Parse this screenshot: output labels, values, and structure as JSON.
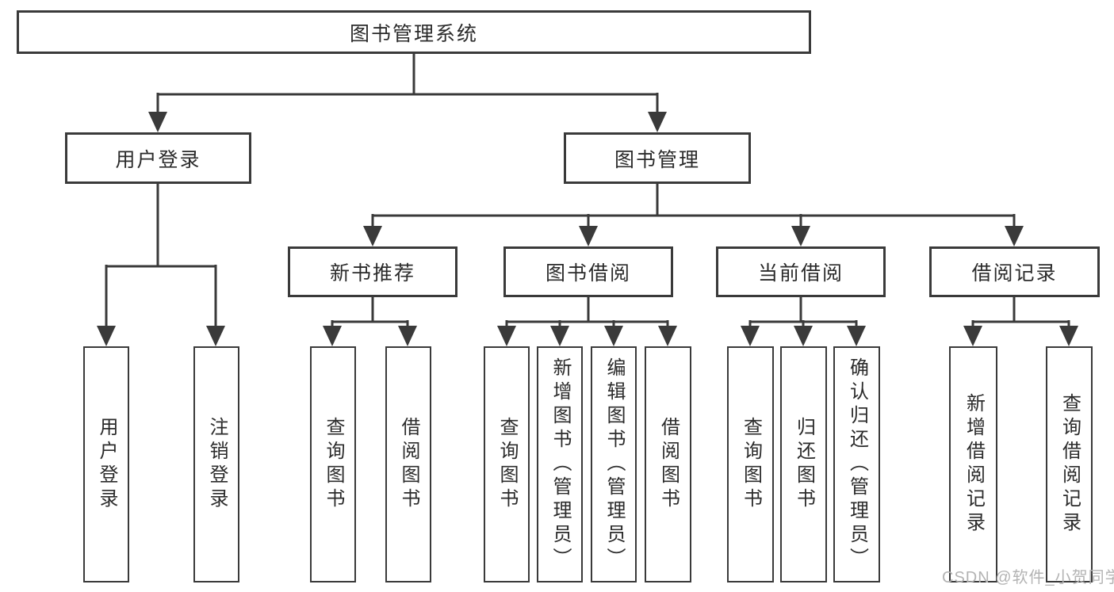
{
  "tree": {
    "root": "图书管理系统",
    "branches": [
      {
        "label": "用户登录",
        "children": [
          "用户登录",
          "注销登录"
        ]
      },
      {
        "label": "图书管理",
        "children": [
          {
            "label": "新书推荐",
            "children": [
              "查询图书",
              "借阅图书"
            ]
          },
          {
            "label": "图书借阅",
            "children": [
              "查询图书",
              "新增图书（管理员）",
              "编辑图书（管理员）",
              "借阅图书"
            ]
          },
          {
            "label": "当前借阅",
            "children": [
              "查询图书",
              "归还图书",
              "确认归还（管理员）"
            ]
          },
          {
            "label": "借阅记录",
            "children": [
              "新增借阅记录",
              "查询借阅记录"
            ]
          }
        ]
      }
    ]
  },
  "watermark": "CSDN @软件_小贺同学",
  "colors": {
    "line": "#3a3a3a",
    "text": "#2b2b2b",
    "watermark": "#b3b3b3",
    "background": "#ffffff"
  }
}
